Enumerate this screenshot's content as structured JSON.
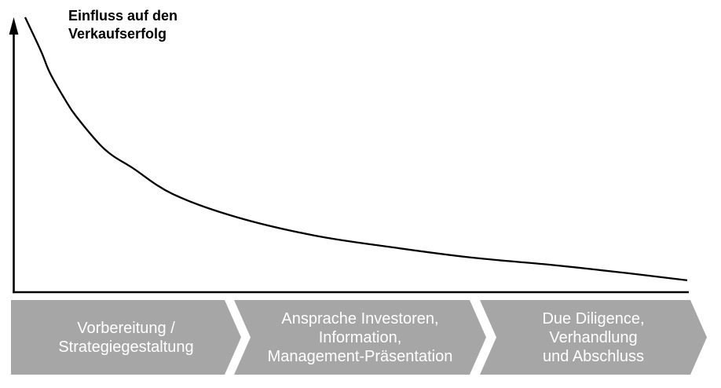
{
  "header": {
    "title": "Einfluss auf den\nVerkaufserfolg"
  },
  "colors": {
    "curve": "#000000",
    "axis": "#000000",
    "stage_fill": "#a6a6a6",
    "stage_text": "#ffffff",
    "background": "#ffffff"
  },
  "stages": [
    {
      "text": "Vorbereitung /\nStrategiegestaltung"
    },
    {
      "text": "Ansprache Investoren,\nInformation,\nManagement-Präsentation"
    },
    {
      "text": "Due Diligence,\nVerhandlung\nund Abschluss"
    }
  ],
  "chart_data": {
    "type": "line",
    "title": "Einfluss auf den Verkaufserfolg",
    "xlabel": "",
    "ylabel": "Einfluss auf den Verkaufserfolg",
    "x_axis": {
      "range": [
        0,
        1
      ],
      "ticks": [],
      "tick_labels_visible": false,
      "arrow": false
    },
    "y_axis": {
      "range": [
        0,
        1
      ],
      "ticks": [],
      "tick_labels_visible": false,
      "arrow": true
    },
    "grid": false,
    "legend": false,
    "series": [
      {
        "name": "Einfluss auf den Verkaufserfolg",
        "x": [
          0,
          0.024,
          0.037,
          0.059,
          0.077,
          0.12,
          0.164,
          0.223,
          0.318,
          0.437,
          0.555,
          0.674,
          0.792,
          0.911,
          1.0
        ],
        "y": [
          1.0,
          0.877,
          0.8,
          0.706,
          0.64,
          0.52,
          0.449,
          0.357,
          0.274,
          0.206,
          0.163,
          0.126,
          0.1,
          0.069,
          0.043
        ]
      }
    ],
    "x_stage_labels": [
      "Vorbereitung / Strategiegestaltung",
      "Ansprache Investoren, Information, Management-Präsentation",
      "Due Diligence, Verhandlung und Abschluss"
    ]
  }
}
